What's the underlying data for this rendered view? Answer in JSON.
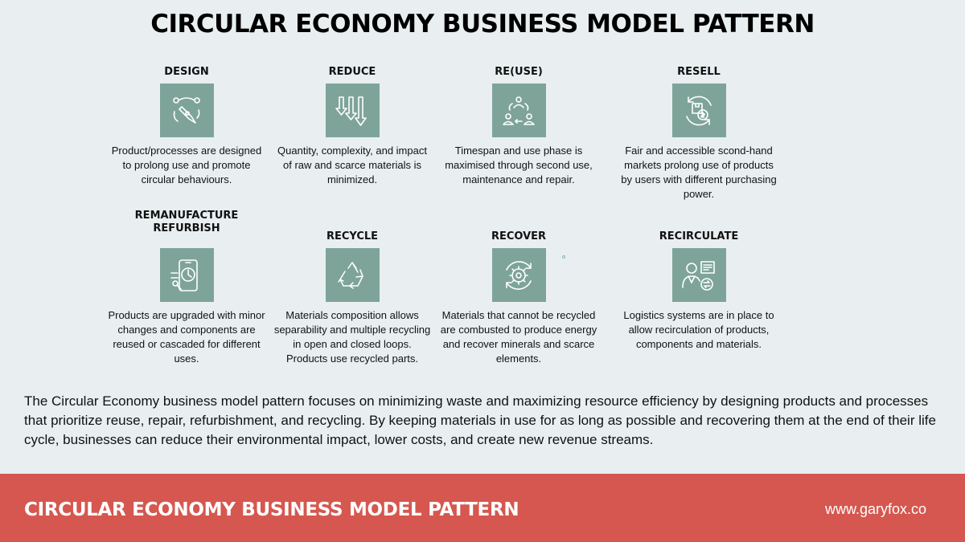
{
  "title": "CIRCULAR ECONOMY BUSINESS MODEL PATTERN",
  "cards": [
    {
      "title": "DESIGN",
      "icon": "pen-tool-icon",
      "desc": "Product/processes are designed to prolong use and promote circular behaviours."
    },
    {
      "title": "REDUCE",
      "icon": "down-arrows-icon",
      "desc": "Quantity, complexity, and impact of raw and scarce materials is minimized."
    },
    {
      "title": "RE(USE)",
      "icon": "reuse-people-icon",
      "desc": "Timespan and use phase is maximised through second use, maintenance and repair."
    },
    {
      "title": "RESELL",
      "icon": "resell-cycle-icon",
      "desc": "Fair and accessible scond-hand markets prolong use of products by users with different purchasing power."
    },
    {
      "title": "REMANUFACTURE\nREFURBISH",
      "icon": "refurbish-device-icon",
      "desc": "Products are upgraded with minor changes and components are reused or cascaded for different uses."
    },
    {
      "title": "RECYCLE",
      "icon": "recycle-icon",
      "desc": "Materials composition allows separability and multiple recycling in open and closed loops. Products use recycled parts."
    },
    {
      "title": "RECOVER",
      "icon": "energy-gear-icon",
      "desc": "Materials that cannot be recycled are combusted to produce energy and recover minerals and scarce elements."
    },
    {
      "title": "RECIRCULATE",
      "icon": "logistics-person-icon",
      "desc": "Logistics systems are in place to allow recirculation of products, components and materials."
    }
  ],
  "summary": "The Circular Economy business model pattern focuses on minimizing waste and maximizing resource efficiency by designing products and processes that prioritize reuse, repair, refurbishment, and recycling. By keeping materials in use for as long as possible and recovering them at the end of their life cycle, businesses can reduce their environmental impact, lower costs, and create new revenue streams.",
  "footer": {
    "title": "CIRCULAR ECONOMY BUSINESS MODEL PATTERN",
    "url": "www.garyfox.co"
  },
  "colors": {
    "background": "#e9eff0",
    "icon_box": "#7ea49a",
    "footer": "#d6574f"
  }
}
